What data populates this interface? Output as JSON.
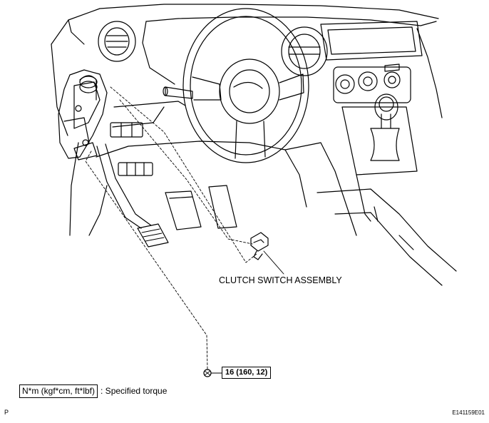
{
  "callouts": {
    "clutch_switch": "CLUTCH SWITCH ASSEMBLY",
    "torque_value": "16 (160, 12)"
  },
  "legend": {
    "unit": "N*m (kgf*cm, ft*lbf)",
    "description": ": Specified torque"
  },
  "footer": {
    "page_marker": "P",
    "figure_id": "E141159E01"
  },
  "colors": {
    "line": "#000000",
    "background": "#ffffff"
  }
}
